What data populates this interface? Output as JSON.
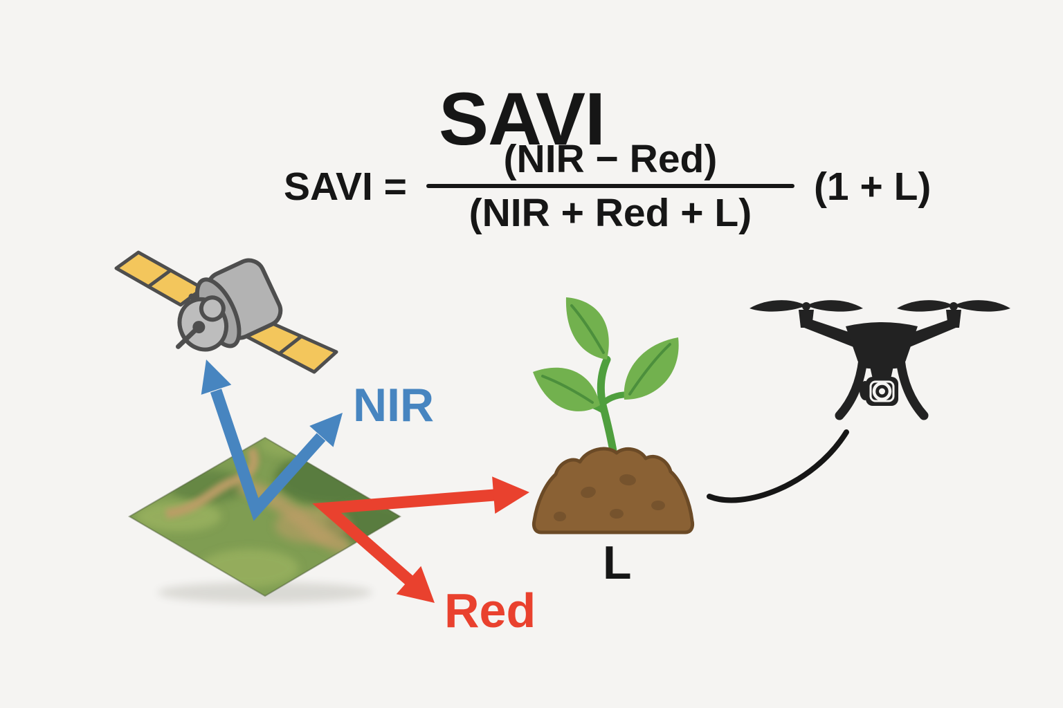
{
  "title": "SAVI",
  "formula": {
    "lhs": "SAVI =",
    "numerator": "(NIR − Red)",
    "denominator": "(NIR + Red + L)",
    "factor": "(1 + L)"
  },
  "labels": {
    "nir": "NIR",
    "red": "Red",
    "soil_adjustment": "L"
  },
  "icons": {
    "satellite": "satellite-icon",
    "terrain": "aerial-terrain-image",
    "nir_arrows": "nir-reflectance-arrows",
    "red_arrows": "red-reflectance-arrows",
    "seedling": "seedling-icon",
    "soil": "soil-mound-icon",
    "drone": "drone-icon",
    "connector": "soil-to-drone-curve"
  },
  "colors": {
    "background": "#f5f4f2",
    "ink": "#161616",
    "nir_blue": "#4785c0",
    "signal_red": "#e9412e",
    "sat_body": "#b3b3b3",
    "sat_cap": "#bdbdbd",
    "sat_collar": "#a5a5a5",
    "sat_outline": "#4e4e4e",
    "sat_panel": "#f3c65c",
    "stem_green": "#4f9f3e",
    "leaf_green": "#72b14e",
    "leaf_vein": "#4c8f3c",
    "soil_brown": "#8a6134",
    "soil_outline": "#6b4a26",
    "soil_spot": "#76532d",
    "drone_black": "#222222",
    "terrain_base": "#7f9d52",
    "terrain_dark": "#56793e",
    "terrain_light": "#98b05f",
    "terrain_path": "#bb9d66"
  }
}
